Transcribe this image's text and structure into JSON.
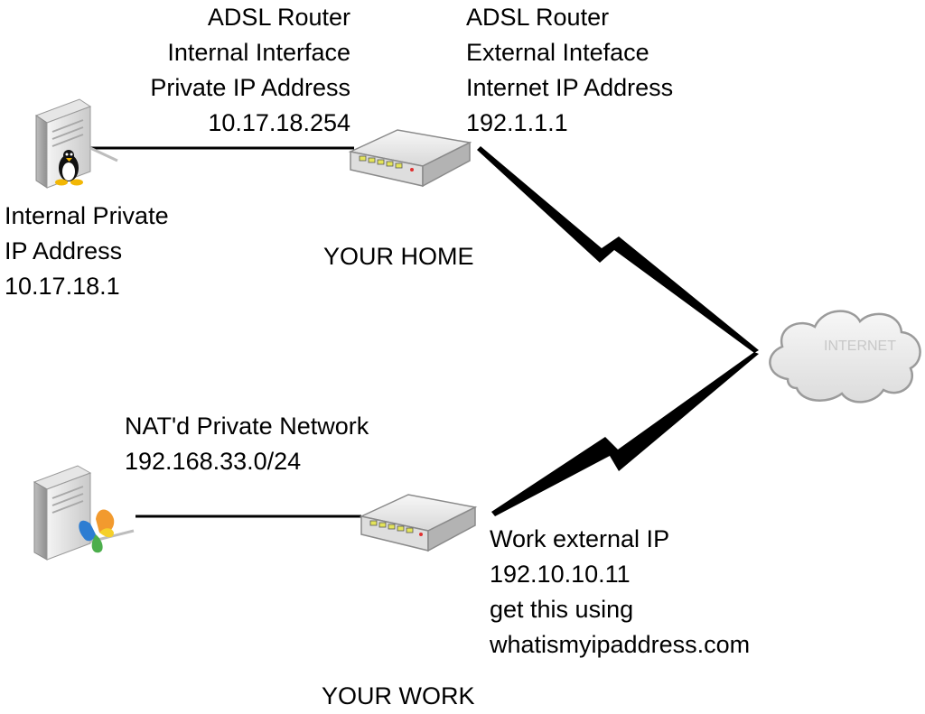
{
  "home": {
    "router_internal": {
      "line1": "ADSL Router",
      "line2": "Internal Interface",
      "line3": "Private IP Address",
      "ip": "10.17.18.254"
    },
    "router_external": {
      "line1": "ADSL Router",
      "line2": "External Inteface",
      "line3": "Internet IP Address",
      "ip": "192.1.1.1"
    },
    "pc": {
      "line1": "Internal Private",
      "line2": "IP Address",
      "ip": "10.17.18.1"
    },
    "zone_label": "YOUR HOME"
  },
  "work": {
    "network": {
      "line1": "NAT'd Private Network",
      "subnet": "192.168.33.0/24"
    },
    "external": {
      "line1": "Work external IP",
      "ip": "192.10.10.11",
      "line3": "get this using",
      "line4": "whatismyipaddress.com"
    },
    "zone_label": "YOUR WORK"
  },
  "internet": {
    "label": "INTERNET"
  },
  "icons": {
    "home_server": "linux-server-icon",
    "work_server": "windows-server-icon",
    "home_router": "router-icon",
    "work_router": "router-icon",
    "cloud": "internet-cloud-icon"
  }
}
